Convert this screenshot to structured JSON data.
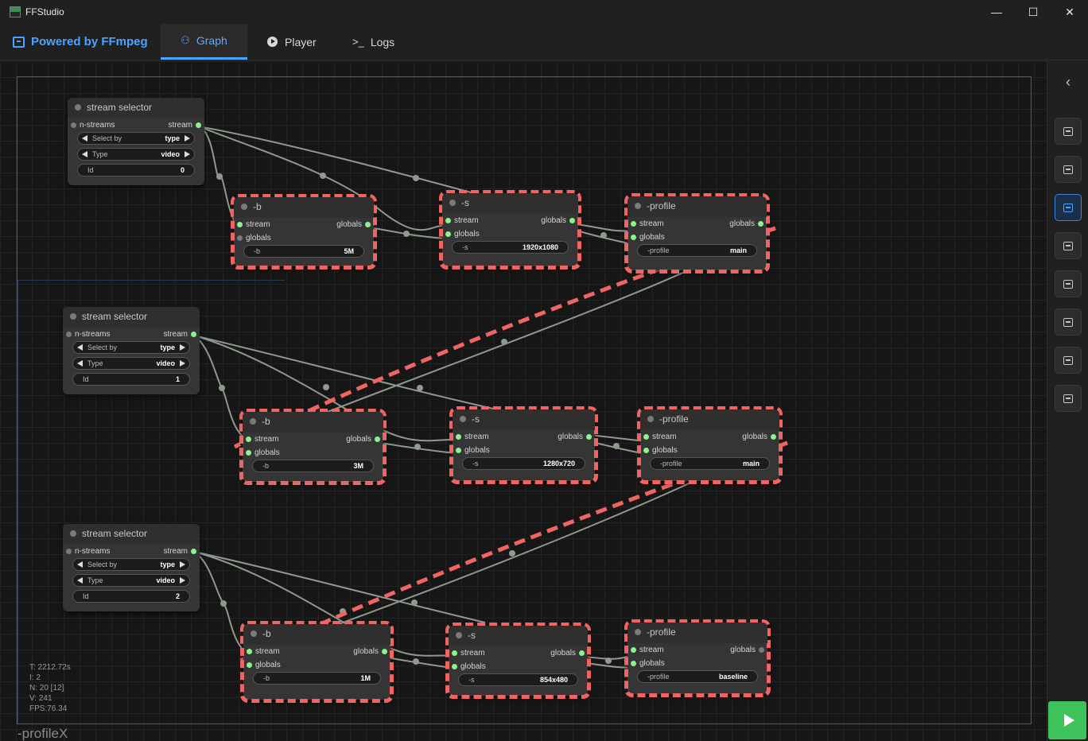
{
  "window": {
    "title": "FFStudio",
    "min": "—",
    "max": "☐",
    "close": "✕"
  },
  "header": {
    "brand": "Powered by FFmpeg",
    "tabs": [
      {
        "label": "Graph",
        "icon": "graph-icon",
        "active": true
      },
      {
        "label": "Player",
        "icon": "play-circle-icon"
      },
      {
        "label": "Logs",
        "icon": "terminal-icon"
      }
    ]
  },
  "pins": {
    "n_streams": "n-streams",
    "stream": "stream",
    "globals": "globals"
  },
  "selectors": [
    {
      "title": "stream selector",
      "select_by_key": "Select by",
      "select_by": "type",
      "type_key": "Type",
      "type": "video",
      "id_key": "Id",
      "id": "0"
    },
    {
      "title": "stream selector",
      "select_by_key": "Select by",
      "select_by": "type",
      "type_key": "Type",
      "type": "video",
      "id_key": "Id",
      "id": "1"
    },
    {
      "title": "stream selector",
      "select_by_key": "Select by",
      "select_by": "type",
      "type_key": "Type",
      "type": "video",
      "id_key": "Id",
      "id": "2"
    }
  ],
  "chains": [
    {
      "b": {
        "title": "-b",
        "key": "-b",
        "value": "5M"
      },
      "s": {
        "title": "-s",
        "key": "-s",
        "value": "1920x1080"
      },
      "profile": {
        "title": "-profile",
        "key": "-profile",
        "value": "main"
      }
    },
    {
      "b": {
        "title": "-b",
        "key": "-b",
        "value": "3M"
      },
      "s": {
        "title": "-s",
        "key": "-s",
        "value": "1280x720"
      },
      "profile": {
        "title": "-profile",
        "key": "-profile",
        "value": "main"
      }
    },
    {
      "b": {
        "title": "-b",
        "key": "-b",
        "value": "1M"
      },
      "s": {
        "title": "-s",
        "key": "-s",
        "value": "854x480"
      },
      "profile": {
        "title": "-profile",
        "key": "-profile",
        "value": "baseline"
      }
    }
  ],
  "stats": {
    "t": "T: 2212.72s",
    "i": "I: 2",
    "n": "N: 20 [12]",
    "v": "V: 241",
    "fps": "FPS:76.34"
  },
  "drag_label": "-profileX",
  "sidebar": {
    "collapse_icon": "chevron-left-icon",
    "buttons": 8,
    "active_index": 2,
    "run_icon": "play-icon"
  },
  "colors": {
    "accent": "#4aa3ff",
    "selection": "#f06464",
    "pin": "#8cf28c",
    "run": "#3ec25b"
  }
}
